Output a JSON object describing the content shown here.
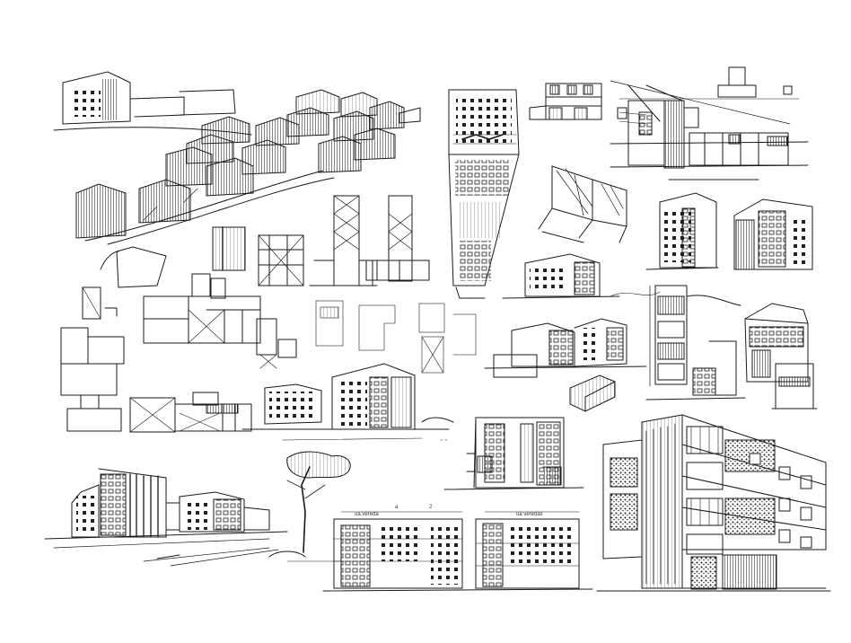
{
  "sheet": {
    "background": "#ffffff",
    "ink": "#1a1a1a",
    "ink_light": "#555555"
  },
  "annotations": {
    "small_label": "~ ~",
    "elevation_notes": [
      "ua.vereda",
      "a",
      "2",
      "ua veredas"
    ]
  }
}
